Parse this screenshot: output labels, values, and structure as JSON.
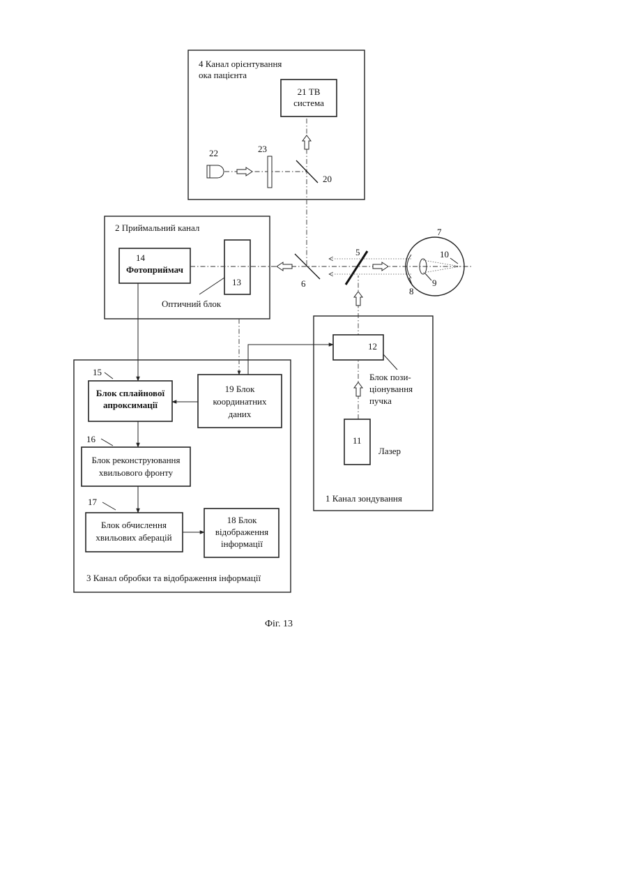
{
  "channels": {
    "orientation_line1": "4  Канал орієнтування",
    "orientation_line2": "ока пацієнта",
    "receiving": "2  Приймальний канал",
    "sounding": "1  Канал зондування",
    "processing": "3  Канал обробки та відображення інформації"
  },
  "blocks": {
    "tv_line1": "21  ТВ",
    "tv_line2": "система",
    "photoreceiver_num": "14",
    "photoreceiver_label": "Фотоприймач",
    "optical_num": "13",
    "optical_label": "Оптичний блок",
    "positioning_num": "12",
    "positioning_line1": "Блок пози-",
    "positioning_line2": "ціонування",
    "positioning_line3": "пучка",
    "laser_num": "11",
    "laser_label": "Лазер",
    "spline_num": "15",
    "spline_line1": "Блок сплайнової",
    "spline_line2": "апроксимації",
    "coord_line1": "19  Блок",
    "coord_line2": "координатних",
    "coord_line3": "даних",
    "recon_num": "16",
    "recon_line1": "Блок реконструювання",
    "recon_line2": "хвильового фронту",
    "aberr_num": "17",
    "aberr_line1": "Блок обчислення",
    "aberr_line2": "хвильових аберацій",
    "display_line1": "18  Блок",
    "display_line2": "відображення",
    "display_line3": "інформації"
  },
  "parts": {
    "mirror5": "5",
    "mirror6": "6",
    "eye7": "7",
    "cornea8": "8",
    "lens9": "9",
    "retina10": "10",
    "mirror20": "20",
    "source22": "22",
    "filter23": "23"
  },
  "caption": "Фіг. 13"
}
